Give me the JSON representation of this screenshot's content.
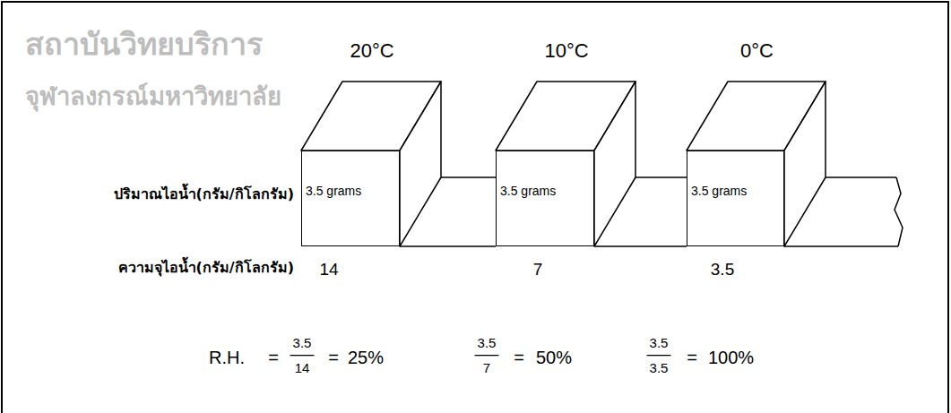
{
  "diagram": {
    "nodes": [
      {
        "text": [
          "20°C",
          "3.5 grams"
        ]
      },
      {
        "text": [
          "10°C",
          "3.5 grams"
        ]
      },
      {
        "text": [
          "0°C",
          "3.5 grams"
        ]
      }
    ],
    "labels": [
      "สถาบันวิทยบริการ",
      "จุฬาลงกรณ์มหาวิทยาลัย",
      "ปริมาณไอน้ำ(กรัม/กิโลกรัม)",
      "ความจุไอน้ำ(กรัม/กิโลกรัม)",
      "14",
      "7",
      "3.5",
      "R.H.",
      "=",
      "3.5",
      "14",
      "=",
      "25%",
      "3.5",
      "7",
      "=",
      "50%",
      "3.5",
      "3.5",
      "=",
      "100%"
    ]
  }
}
